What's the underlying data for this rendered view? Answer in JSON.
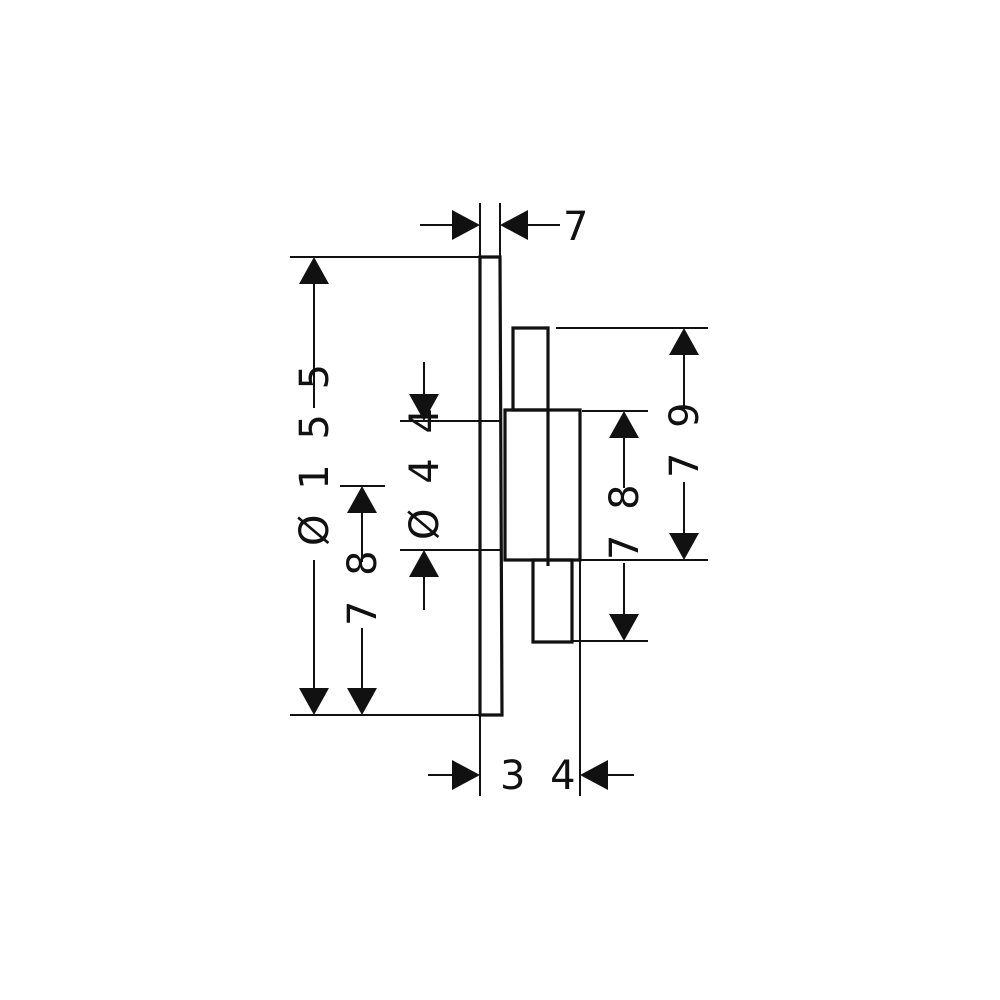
{
  "drawing": {
    "colors": {
      "ink": "#111111",
      "background": "#ffffff"
    },
    "dimensions": {
      "plate_thickness": "7",
      "plate_diameter": "Ø 1 5 5",
      "plate_half_height": "7 8",
      "body_diameter": "Ø 4 4",
      "body_half_height": "7 8",
      "upper_height": "7 9",
      "depth": "3 4"
    }
  }
}
